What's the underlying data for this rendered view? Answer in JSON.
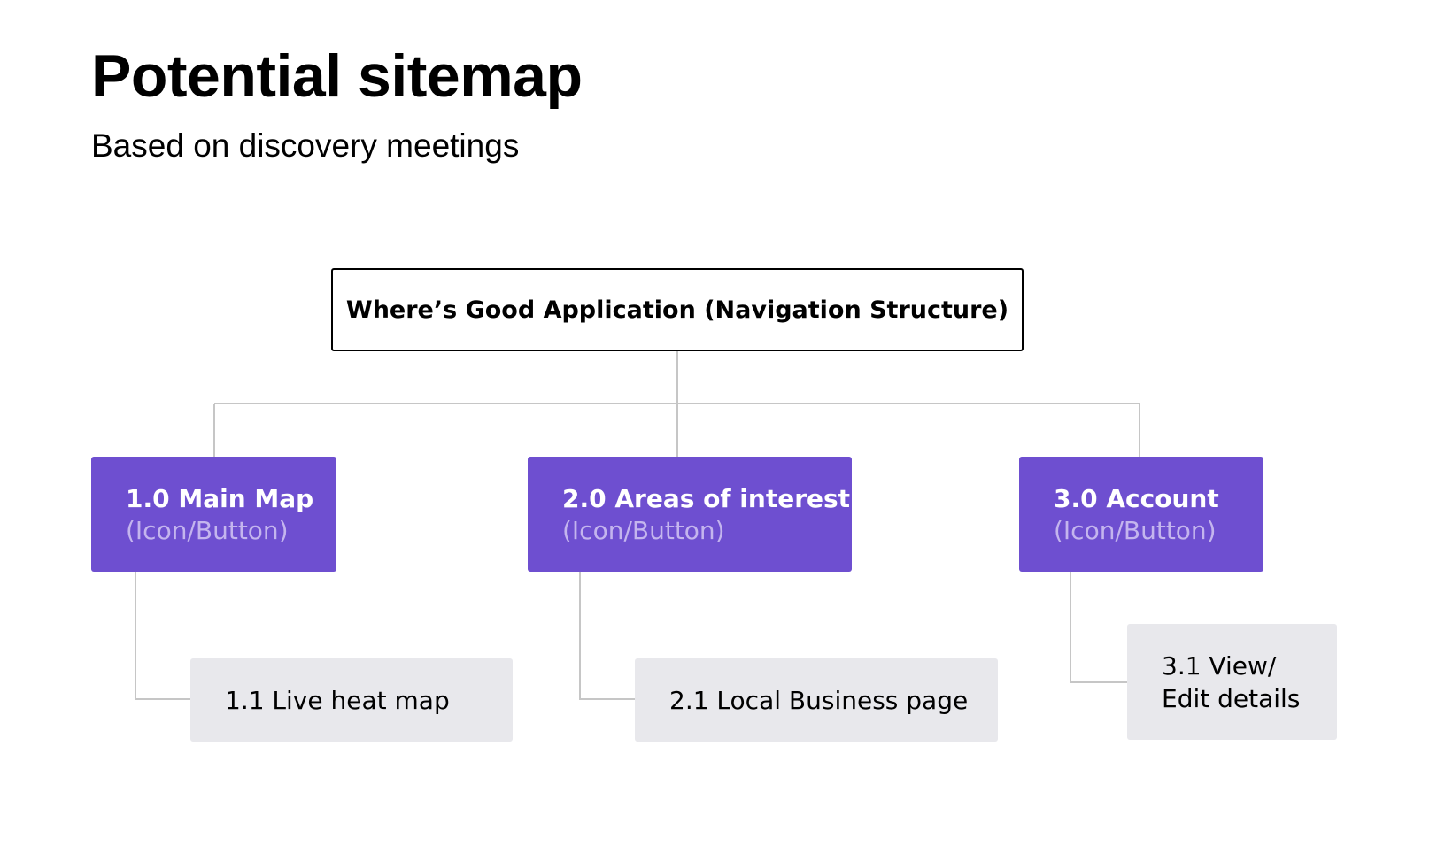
{
  "header": {
    "title": "Potential sitemap",
    "subtitle": "Based on discovery meetings"
  },
  "colors": {
    "section_fill": "#6e4fd0",
    "section_text": "#ffffff",
    "section_subtext": "#c4b5ee",
    "child_fill": "#e8e8ec",
    "connector": "#c6c6c6",
    "root_border": "#000000"
  },
  "sitemap": {
    "root": {
      "label": "Where’s Good Application (Navigation Structure)"
    },
    "sections": [
      {
        "label": "1.0 Main Map",
        "sub": "(Icon/Button)",
        "children": [
          {
            "lines": [
              "1.1 Live heat map"
            ]
          }
        ]
      },
      {
        "label": "2.0 Areas of interest",
        "sub": "(Icon/Button)",
        "children": [
          {
            "lines": [
              "2.1 Local Business page"
            ]
          }
        ]
      },
      {
        "label": "3.0 Account",
        "sub": "(Icon/Button)",
        "children": [
          {
            "lines": [
              "3.1 View/",
              "Edit details"
            ]
          }
        ]
      }
    ]
  }
}
